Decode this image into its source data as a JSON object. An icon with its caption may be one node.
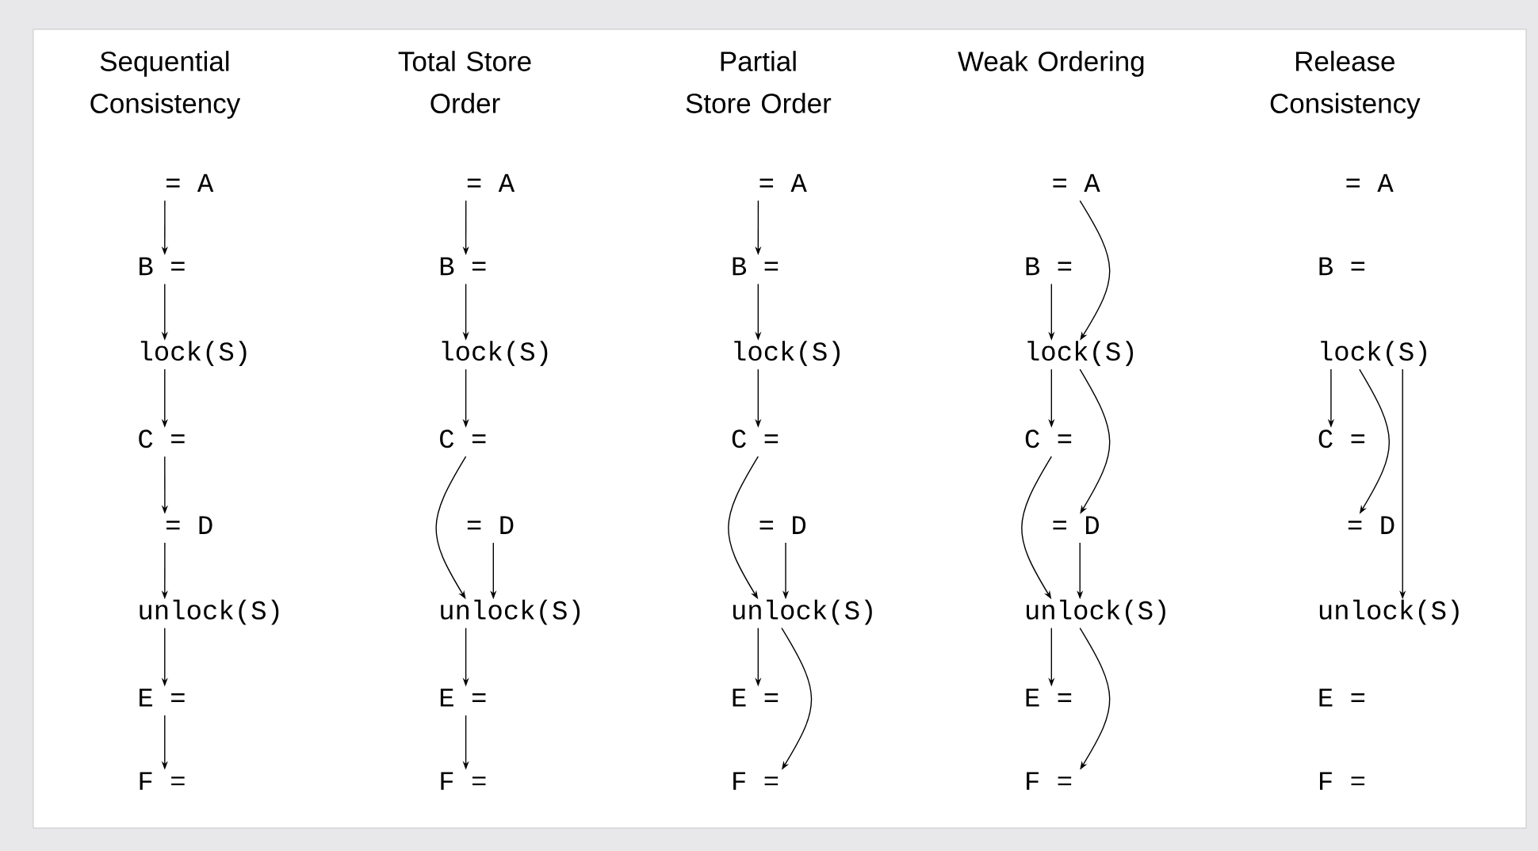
{
  "diagram": {
    "nodes": [
      {
        "text": [
          "= A"
        ]
      },
      {
        "text": [
          "B ="
        ]
      },
      {
        "text": [
          "lock(S)"
        ]
      },
      {
        "text": [
          "C ="
        ]
      },
      {
        "text": [
          "= D"
        ]
      },
      {
        "text": [
          "unlock(S)"
        ]
      },
      {
        "text": [
          "E ="
        ]
      },
      {
        "text": [
          "F ="
        ]
      },
      {
        "text": [
          "= A"
        ]
      },
      {
        "text": [
          "B ="
        ]
      },
      {
        "text": [
          "lock(S)"
        ]
      },
      {
        "text": [
          "C ="
        ]
      },
      {
        "text": [
          "= D"
        ]
      },
      {
        "text": [
          "unlock(S)"
        ]
      },
      {
        "text": [
          "E ="
        ]
      },
      {
        "text": [
          "F ="
        ]
      },
      {
        "text": [
          "= A"
        ]
      },
      {
        "text": [
          "B ="
        ]
      },
      {
        "text": [
          "lock(S)"
        ]
      },
      {
        "text": [
          "C ="
        ]
      },
      {
        "text": [
          "= D"
        ]
      },
      {
        "text": [
          "unlock(S)"
        ]
      },
      {
        "text": [
          "E ="
        ]
      },
      {
        "text": [
          "F ="
        ]
      },
      {
        "text": [
          "= A"
        ]
      },
      {
        "text": [
          "B ="
        ]
      },
      {
        "text": [
          "lock(S)"
        ]
      },
      {
        "text": [
          "C ="
        ]
      },
      {
        "text": [
          "= D"
        ]
      },
      {
        "text": [
          "unlock(S)"
        ]
      },
      {
        "text": [
          "E ="
        ]
      },
      {
        "text": [
          "F ="
        ]
      },
      {
        "text": [
          "= A"
        ]
      },
      {
        "text": [
          "B ="
        ]
      },
      {
        "text": [
          "lock(S)"
        ]
      },
      {
        "text": [
          "C ="
        ]
      },
      {
        "text": [
          "= D"
        ]
      },
      {
        "text": [
          "unlock(S)"
        ]
      },
      {
        "text": [
          "E ="
        ]
      },
      {
        "text": [
          "F ="
        ]
      }
    ],
    "edges": [
      {
        "from": 0,
        "to": 1,
        "arrow": "to"
      },
      {
        "from": 1,
        "to": 2,
        "arrow": "to"
      },
      {
        "from": 2,
        "to": 3,
        "arrow": "to"
      },
      {
        "from": 3,
        "to": 4,
        "arrow": "to"
      },
      {
        "from": 4,
        "to": 5,
        "arrow": "to"
      },
      {
        "from": 5,
        "to": 6,
        "arrow": "to"
      },
      {
        "from": 6,
        "to": 7,
        "arrow": "to"
      },
      {
        "from": 8,
        "to": 9,
        "arrow": "to"
      },
      {
        "from": 9,
        "to": 10,
        "arrow": "to"
      },
      {
        "from": 10,
        "to": 11,
        "arrow": "to"
      },
      {
        "from": 11,
        "to": 13,
        "arrow": "to"
      },
      {
        "from": 12,
        "to": 13,
        "arrow": "to"
      },
      {
        "from": 13,
        "to": 14,
        "arrow": "to"
      },
      {
        "from": 14,
        "to": 15,
        "arrow": "to"
      },
      {
        "from": 16,
        "to": 17,
        "arrow": "to"
      },
      {
        "from": 17,
        "to": 18,
        "arrow": "to"
      },
      {
        "from": 18,
        "to": 19,
        "arrow": "to"
      },
      {
        "from": 19,
        "to": 21,
        "arrow": "to"
      },
      {
        "from": 20,
        "to": 21,
        "arrow": "to"
      },
      {
        "from": 21,
        "to": 22,
        "arrow": "to"
      },
      {
        "from": 21,
        "to": 23,
        "arrow": "to"
      },
      {
        "from": 24,
        "to": 26,
        "arrow": "to"
      },
      {
        "from": 25,
        "to": 26,
        "arrow": "to"
      },
      {
        "from": 26,
        "to": 27,
        "arrow": "to"
      },
      {
        "from": 26,
        "to": 28,
        "arrow": "to"
      },
      {
        "from": 27,
        "to": 29,
        "arrow": "to"
      },
      {
        "from": 28,
        "to": 29,
        "arrow": "to"
      },
      {
        "from": 29,
        "to": 30,
        "arrow": "to"
      },
      {
        "from": 29,
        "to": 31,
        "arrow": "to"
      },
      {
        "from": 34,
        "to": 35,
        "arrow": "to"
      },
      {
        "from": 34,
        "to": 36,
        "arrow": "to"
      },
      {
        "from": 34,
        "to": 37,
        "arrow": "to"
      }
    ],
    "labels": [
      "Sequential Consistency",
      "Total Store Order",
      "Partial Store Order",
      "Weak Ordering",
      "Release Consistency"
    ]
  }
}
